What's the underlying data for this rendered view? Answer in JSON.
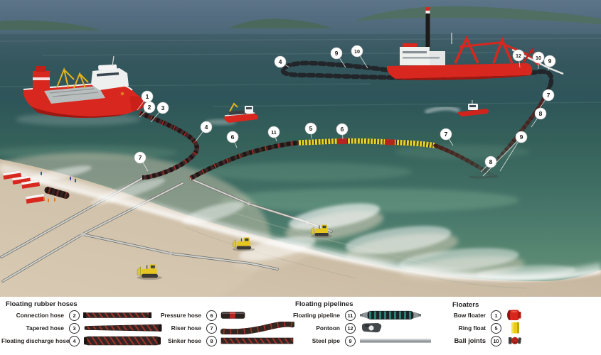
{
  "callouts": {
    "n1": "1",
    "n2": "2",
    "n3": "3",
    "n4": "4",
    "n5": "5",
    "n6": "6",
    "n7": "7",
    "n8": "8",
    "n9": "9",
    "n10": "10",
    "n11": "11",
    "n12": "12"
  },
  "legend": {
    "groups": [
      {
        "header": "Floating rubber hoses",
        "items": [
          {
            "label": "Connection hose",
            "num": "2"
          },
          {
            "label": "Tapered hose",
            "num": "3"
          },
          {
            "label": "Floating discharge hose",
            "num": "4"
          }
        ]
      },
      {
        "header": "",
        "items": [
          {
            "label": "Pressure hose",
            "num": "6"
          },
          {
            "label": "Riser hose",
            "num": "7"
          },
          {
            "label": "Sinker hose",
            "num": "8"
          }
        ]
      },
      {
        "header": "Floating pipelines",
        "items": [
          {
            "label": "Floating pipeline",
            "num": "11"
          },
          {
            "label": "Pontoon",
            "num": "12"
          },
          {
            "label": "Steel pipe",
            "num": "9"
          }
        ]
      },
      {
        "header": "Floaters",
        "items": [
          {
            "label": "Bow floater",
            "num": "1"
          },
          {
            "label": "Ring float",
            "num": "5"
          },
          {
            "label": "Ball joints",
            "num": "10"
          }
        ]
      }
    ]
  },
  "colors": {
    "ship_red": "#d8271e",
    "float_yellow": "#e6d627",
    "hose_dark": "#33211e",
    "sea_deep": "#2e555a",
    "sand": "#cbbba4"
  }
}
